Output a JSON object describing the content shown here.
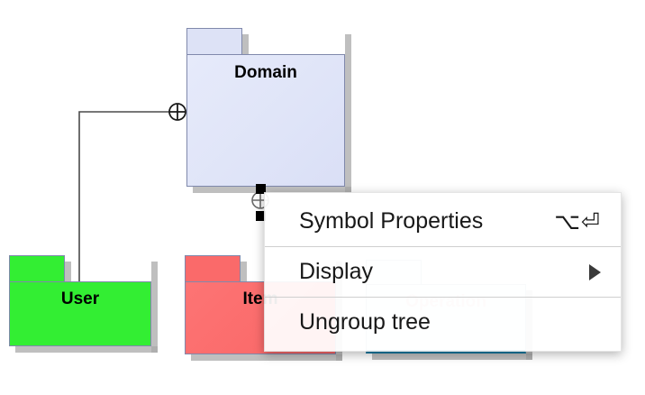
{
  "canvas": {
    "background": "#ffffff"
  },
  "diagram": {
    "packages": [
      {
        "id": "domain",
        "label": "Domain",
        "fill": "#dfe4f8",
        "border": "#8089ac",
        "selected": true
      },
      {
        "id": "user",
        "label": "User",
        "fill": "#33ee33",
        "border": "#8089ac",
        "selected": false
      },
      {
        "id": "item",
        "label": "Item",
        "fill": "#fa6a6a",
        "border": "#8089ac",
        "selected": false
      },
      {
        "id": "operation",
        "label": "Operation",
        "fill": "#f2fafd",
        "border": "#9fb7c4",
        "accent": "#1a7aa2",
        "selected": false
      }
    ],
    "connector": {
      "name": "domain-user-link",
      "anchor_icon": "crossed-circle-icon",
      "stroke": "#4a4a4a"
    },
    "handles": [
      {
        "name": "selection-handle-top"
      },
      {
        "name": "selection-handle-bottom"
      }
    ]
  },
  "context_menu": {
    "items": [
      {
        "id": "symbol-properties",
        "label": "Symbol Properties",
        "shortcut": "⌥⏎",
        "submenu": false
      },
      {
        "id": "display",
        "label": "Display",
        "shortcut": "",
        "submenu": true
      },
      {
        "id": "ungroup-tree",
        "label": "Ungroup tree",
        "shortcut": "",
        "submenu": false
      }
    ]
  }
}
